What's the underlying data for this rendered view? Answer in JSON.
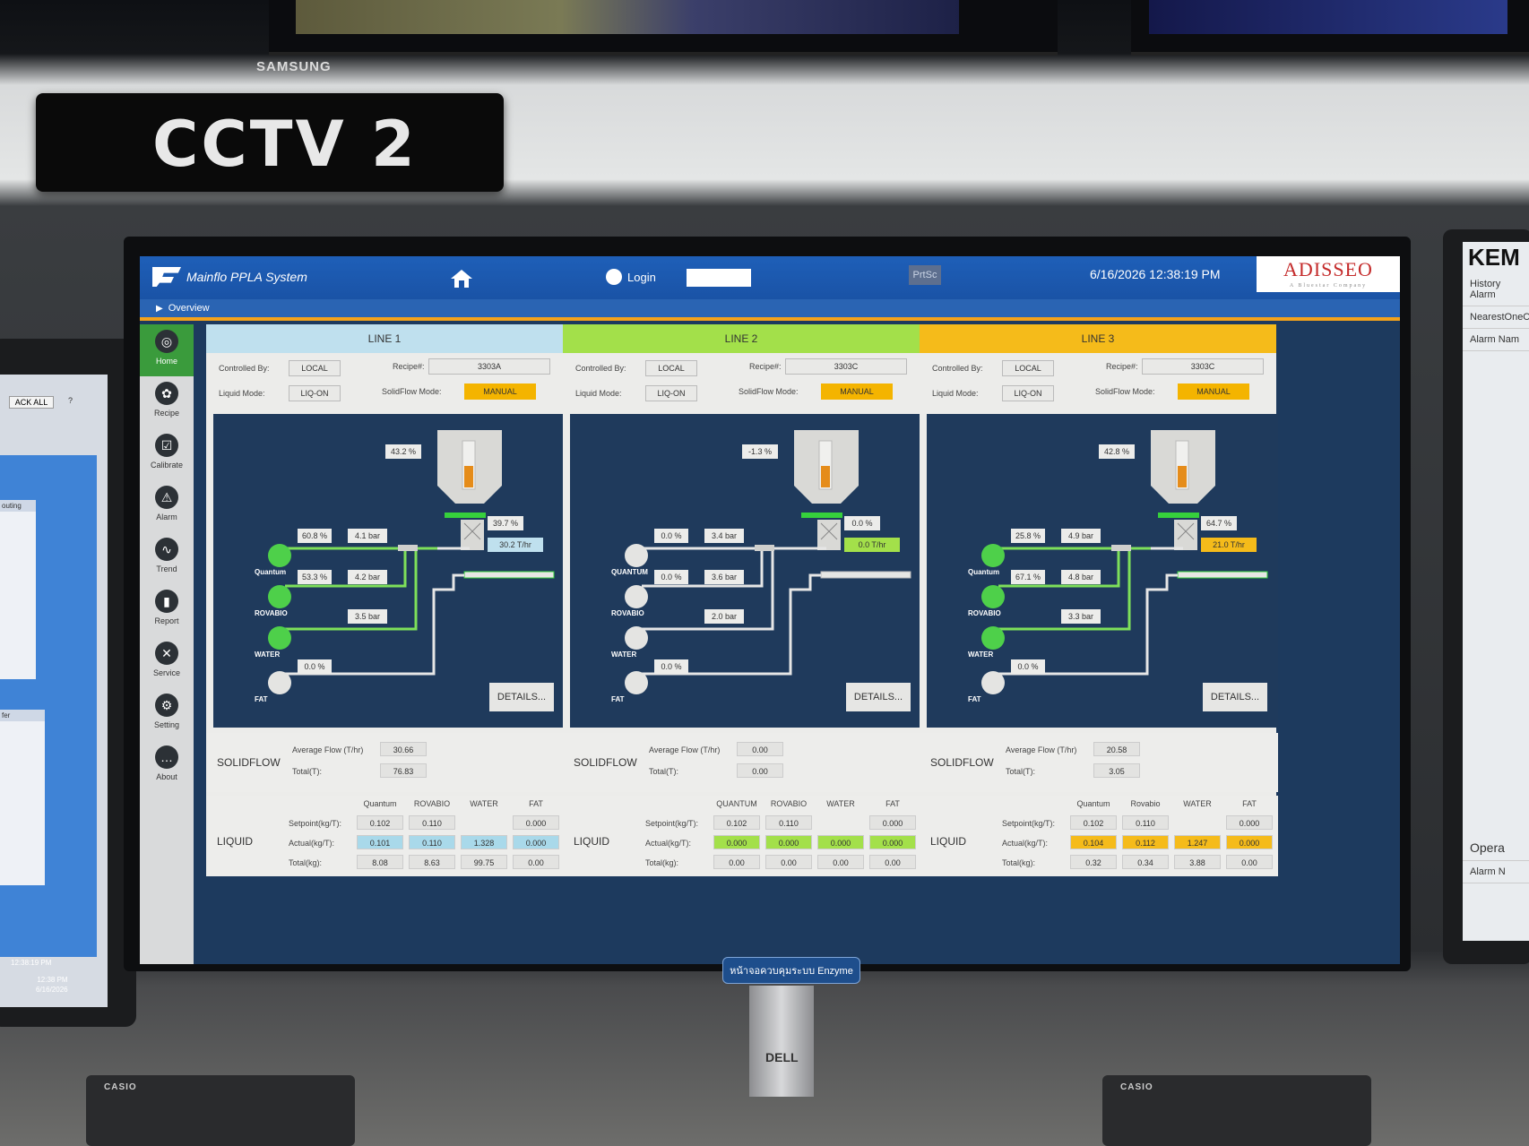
{
  "scene": {
    "wall_label": "CCTV 2",
    "top_monitor_brand": "SAMSUNG",
    "monitor_brand": "DELL",
    "calculator_brand": "CASIO",
    "taskbar_tab": "หน้าจอควบคุมระบบ Enzyme",
    "left_screen": {
      "ack_button": "ACK ALL",
      "help": "?",
      "label1": "outing",
      "label2": "fer",
      "time": "12:38:19 PM",
      "clock_time": "12:38 PM",
      "clock_date": "6/16/2026"
    },
    "right_screen": {
      "logo": "KEM",
      "items": [
        "History Alarm",
        "NearestOneC",
        "Alarm Nam",
        "Opera",
        "Alarm N"
      ]
    }
  },
  "app": {
    "title": "Mainflo PPLA System",
    "login_label": "Login",
    "prtsc_label": "PrtSc",
    "datetime": "6/16/2026 12:38:19 PM",
    "brand_logo": "ADISSEO",
    "brand_tagline": "A Bluestar Company",
    "breadcrumb": "Overview"
  },
  "sidebar": [
    {
      "label": "Home",
      "icon": "globe-icon",
      "glyph": "◎",
      "active": true
    },
    {
      "label": "Recipe",
      "icon": "recipe-icon",
      "glyph": "✿",
      "active": false
    },
    {
      "label": "Calibrate",
      "icon": "calibrate-icon",
      "glyph": "☑",
      "active": false
    },
    {
      "label": "Alarm",
      "icon": "alarm-icon",
      "glyph": "⚠",
      "active": false
    },
    {
      "label": "Trend",
      "icon": "trend-icon",
      "glyph": "∿",
      "active": false
    },
    {
      "label": "Report",
      "icon": "report-icon",
      "glyph": "▮",
      "active": false
    },
    {
      "label": "Service",
      "icon": "service-icon",
      "glyph": "✕",
      "active": false
    },
    {
      "label": "Setting",
      "icon": "setting-icon",
      "glyph": "⚙",
      "active": false
    },
    {
      "label": "About",
      "icon": "about-icon",
      "glyph": "…",
      "active": false
    }
  ],
  "common": {
    "controlled_by": "Controlled By:",
    "recipe": "Recipe#:",
    "liquid_mode": "Liquid Mode:",
    "solidflow_mode": "SolidFlow Mode:",
    "details": "DETAILS...",
    "solidflow": "SOLIDFLOW",
    "avg_flow": "Average Flow (T/hr)",
    "total_t": "Total(T):",
    "liquid": "LIQUID",
    "setpoint": "Setpoint(kg/T):",
    "actual": "Actual(kg/T):",
    "total_kg": "Total(kg):"
  },
  "lines": [
    {
      "name": "LINE 1",
      "header_color": "#bfe0ee",
      "controlled_by": "LOCAL",
      "recipe": "3303A",
      "liquid_mode": "LIQ-ON",
      "solidflow_mode": "MANUAL",
      "hopper_pct": "43.2 %",
      "feeder_pct": "39.7 %",
      "flow": "30.2 T/hr",
      "flow_color": "#bfe0ee",
      "pumps": [
        {
          "name": "Quantum",
          "on": true,
          "pct": "60.8 %",
          "bar": "4.1 bar"
        },
        {
          "name": "ROVABIO",
          "on": true,
          "pct": "53.3 %",
          "bar": "4.2 bar"
        },
        {
          "name": "WATER",
          "on": true,
          "pct": "",
          "bar": "3.5 bar"
        },
        {
          "name": "FAT",
          "on": false,
          "pct": "0.0 %",
          "bar": ""
        }
      ],
      "solid": {
        "avg_flow": "30.66",
        "total": "76.83"
      },
      "liquid_cols": [
        "Quantum",
        "ROVABIO",
        "WATER",
        "FAT"
      ],
      "setpoint": [
        "0.102",
        "0.110",
        "",
        "0.000"
      ],
      "actual": [
        "0.101",
        "0.110",
        "1.328",
        "0.000"
      ],
      "actual_color": "#a9d9ea",
      "total": [
        "8.08",
        "8.63",
        "99.75",
        "0.00"
      ]
    },
    {
      "name": "LINE 2",
      "header_color": "#a3e04a",
      "controlled_by": "LOCAL",
      "recipe": "3303C",
      "liquid_mode": "LIQ-ON",
      "solidflow_mode": "MANUAL",
      "hopper_pct": "-1.3 %",
      "feeder_pct": "0.0 %",
      "flow": "0.0 T/hr",
      "flow_color": "#a3e04a",
      "pumps": [
        {
          "name": "QUANTUM",
          "on": false,
          "pct": "0.0 %",
          "bar": "3.4 bar"
        },
        {
          "name": "ROVABIO",
          "on": false,
          "pct": "0.0 %",
          "bar": "3.6 bar"
        },
        {
          "name": "WATER",
          "on": false,
          "pct": "",
          "bar": "2.0 bar"
        },
        {
          "name": "FAT",
          "on": false,
          "pct": "0.0 %",
          "bar": ""
        }
      ],
      "solid": {
        "avg_flow": "0.00",
        "total": "0.00"
      },
      "liquid_cols": [
        "QUANTUM",
        "ROVABIO",
        "WATER",
        "FAT"
      ],
      "setpoint": [
        "0.102",
        "0.110",
        "",
        "0.000"
      ],
      "actual": [
        "0.000",
        "0.000",
        "0.000",
        "0.000"
      ],
      "actual_color": "#a3e04a",
      "total": [
        "0.00",
        "0.00",
        "0.00",
        "0.00"
      ]
    },
    {
      "name": "LINE 3",
      "header_color": "#f5bb1a",
      "controlled_by": "LOCAL",
      "recipe": "3303C",
      "liquid_mode": "LIQ-ON",
      "solidflow_mode": "MANUAL",
      "hopper_pct": "42.8 %",
      "feeder_pct": "64.7 %",
      "flow": "21.0 T/hr",
      "flow_color": "#f5bb1a",
      "pumps": [
        {
          "name": "Quantum",
          "on": true,
          "pct": "25.8 %",
          "bar": "4.9 bar"
        },
        {
          "name": "ROVABIO",
          "on": true,
          "pct": "67.1 %",
          "bar": "4.8 bar"
        },
        {
          "name": "WATER",
          "on": true,
          "pct": "",
          "bar": "3.3 bar"
        },
        {
          "name": "FAT",
          "on": false,
          "pct": "0.0 %",
          "bar": ""
        }
      ],
      "solid": {
        "avg_flow": "20.58",
        "total": "3.05"
      },
      "liquid_cols": [
        "Quantum",
        "Rovabio",
        "WATER",
        "FAT"
      ],
      "setpoint": [
        "0.102",
        "0.110",
        "",
        "0.000"
      ],
      "actual": [
        "0.104",
        "0.112",
        "1.247",
        "0.000"
      ],
      "actual_color": "#f5bb1a",
      "total": [
        "0.32",
        "0.34",
        "3.88",
        "0.00"
      ]
    }
  ]
}
